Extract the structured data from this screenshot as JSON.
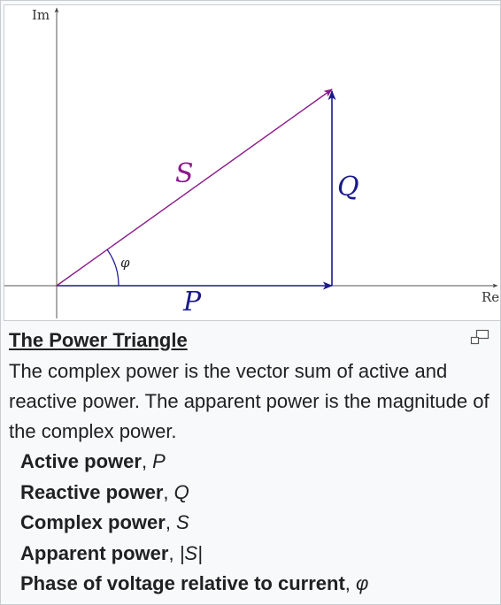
{
  "diagram": {
    "axes": {
      "x_label": "Re",
      "y_label": "Im"
    },
    "vectors": [
      {
        "id": "P",
        "label": "P",
        "color": "#1a1a8c",
        "from": "origin",
        "to": "end of active power"
      },
      {
        "id": "Q",
        "label": "Q",
        "color": "#1a1a8c",
        "from": "end of active power",
        "to": "tip"
      },
      {
        "id": "S",
        "label": "S",
        "color": "#8b1a8b",
        "from": "origin",
        "to": "tip"
      }
    ],
    "angle_label": "φ"
  },
  "caption": {
    "title": "The Power Triangle",
    "text": "The complex power is the vector sum of active and reactive power. The apparent power is the magnitude of the complex power.",
    "items": [
      {
        "term": "Active power",
        "symbol": "P"
      },
      {
        "term": "Reactive power",
        "symbol": "Q"
      },
      {
        "term": "Complex power",
        "symbol": "S"
      },
      {
        "term": "Apparent power",
        "symbol": "|S|"
      },
      {
        "term": "Phase of voltage relative to current",
        "symbol": "φ"
      }
    ]
  },
  "icons": {
    "magnify": "magnify-icon"
  }
}
